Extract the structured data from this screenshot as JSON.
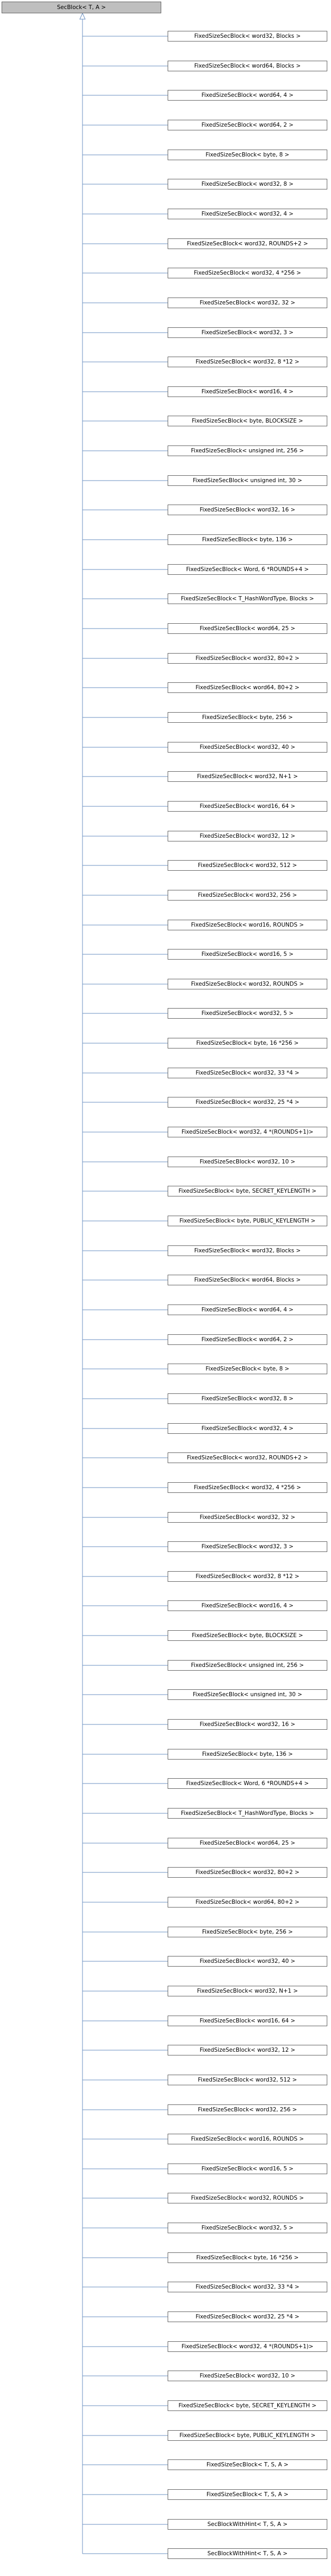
{
  "root": "SecBlock< T, A >",
  "children": [
    "FixedSizeSecBlock< word32, Blocks >",
    "FixedSizeSecBlock< word64, Blocks >",
    "FixedSizeSecBlock< word64, 4 >",
    "FixedSizeSecBlock< word64, 2 >",
    "FixedSizeSecBlock< byte, 8 >",
    "FixedSizeSecBlock< word32, 8 >",
    "FixedSizeSecBlock< word32, 4 >",
    "FixedSizeSecBlock< word32, ROUNDS+2 >",
    "FixedSizeSecBlock< word32, 4 *256 >",
    "FixedSizeSecBlock< word32, 32 >",
    "FixedSizeSecBlock< word32, 3 >",
    "FixedSizeSecBlock< word32, 8 *12 >",
    "FixedSizeSecBlock< word16, 4 >",
    "FixedSizeSecBlock< byte, BLOCKSIZE >",
    "FixedSizeSecBlock< unsigned int, 256 >",
    "FixedSizeSecBlock< unsigned int, 30 >",
    "FixedSizeSecBlock< word32, 16 >",
    "FixedSizeSecBlock< byte, 136 >",
    "FixedSizeSecBlock< Word, 6 *ROUNDS+4 >",
    "FixedSizeSecBlock< T_HashWordType, Blocks >",
    "FixedSizeSecBlock< word64, 25 >",
    "FixedSizeSecBlock< word32, 80+2 >",
    "FixedSizeSecBlock< word64, 80+2 >",
    "FixedSizeSecBlock< byte, 256 >",
    "FixedSizeSecBlock< word32, 40 >",
    "FixedSizeSecBlock< word32, N+1 >",
    "FixedSizeSecBlock< word16, 64 >",
    "FixedSizeSecBlock< word32, 12 >",
    "FixedSizeSecBlock< word32, 512 >",
    "FixedSizeSecBlock< word32, 256 >",
    "FixedSizeSecBlock< word16, ROUNDS >",
    "FixedSizeSecBlock< word16, 5 >",
    "FixedSizeSecBlock< word32, ROUNDS >",
    "FixedSizeSecBlock< word32, 5 >",
    "FixedSizeSecBlock< byte, 16 *256 >",
    "FixedSizeSecBlock< word32, 33 *4 >",
    "FixedSizeSecBlock< word32, 25 *4 >",
    "FixedSizeSecBlock< word32, 4 *(ROUNDS+1)>",
    "FixedSizeSecBlock< word32, 10 >",
    "FixedSizeSecBlock< byte, SECRET_KEYLENGTH >",
    "FixedSizeSecBlock< byte, PUBLIC_KEYLENGTH >",
    "FixedSizeSecBlock< word32, Blocks >",
    "FixedSizeSecBlock< word64, Blocks >",
    "FixedSizeSecBlock< word64, 4 >",
    "FixedSizeSecBlock< word64, 2 >",
    "FixedSizeSecBlock< byte, 8 >",
    "FixedSizeSecBlock< word32, 8 >",
    "FixedSizeSecBlock< word32, 4 >",
    "FixedSizeSecBlock< word32, ROUNDS+2 >",
    "FixedSizeSecBlock< word32, 4 *256 >",
    "FixedSizeSecBlock< word32, 32 >",
    "FixedSizeSecBlock< word32, 3 >",
    "FixedSizeSecBlock< word32, 8 *12 >",
    "FixedSizeSecBlock< word16, 4 >",
    "FixedSizeSecBlock< byte, BLOCKSIZE >",
    "FixedSizeSecBlock< unsigned int, 256 >",
    "FixedSizeSecBlock< unsigned int, 30 >",
    "FixedSizeSecBlock< word32, 16 >",
    "FixedSizeSecBlock< byte, 136 >",
    "FixedSizeSecBlock< Word, 6 *ROUNDS+4 >",
    "FixedSizeSecBlock< T_HashWordType, Blocks >",
    "FixedSizeSecBlock< word64, 25 >",
    "FixedSizeSecBlock< word32, 80+2 >",
    "FixedSizeSecBlock< word64, 80+2 >",
    "FixedSizeSecBlock< byte, 256 >",
    "FixedSizeSecBlock< word32, 40 >",
    "FixedSizeSecBlock< word32, N+1 >",
    "FixedSizeSecBlock< word16, 64 >",
    "FixedSizeSecBlock< word32, 12 >",
    "FixedSizeSecBlock< word32, 512 >",
    "FixedSizeSecBlock< word32, 256 >",
    "FixedSizeSecBlock< word16, ROUNDS >",
    "FixedSizeSecBlock< word16, 5 >",
    "FixedSizeSecBlock< word32, ROUNDS >",
    "FixedSizeSecBlock< word32, 5 >",
    "FixedSizeSecBlock< byte, 16 *256 >",
    "FixedSizeSecBlock< word32, 33 *4 >",
    "FixedSizeSecBlock< word32, 25 *4 >",
    "FixedSizeSecBlock< word32, 4 *(ROUNDS+1)>",
    "FixedSizeSecBlock< word32, 10 >",
    "FixedSizeSecBlock< byte, SECRET_KEYLENGTH >",
    "FixedSizeSecBlock< byte, PUBLIC_KEYLENGTH >",
    "FixedSizeSecBlock< T, S, A >",
    "FixedSizeSecBlock< T, S, A >",
    "SecBlockWithHint< T, S, A >",
    "SecBlockWithHint< T, S, A >"
  ]
}
